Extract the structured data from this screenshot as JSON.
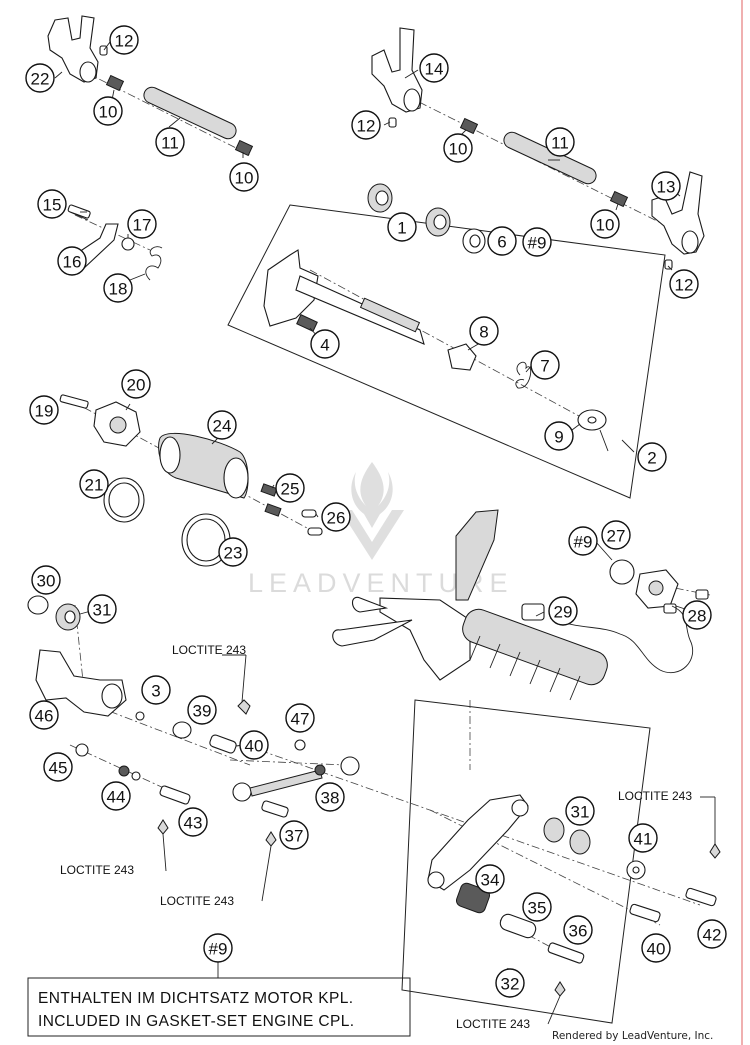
{
  "watermark": {
    "brand": "LEADVENTURE"
  },
  "credit": "Rendered by LeadVenture, Inc.",
  "note": {
    "ref": "#9",
    "line1": "ENTHALTEN IM DICHTSATZ MOTOR KPL.",
    "line2": "INCLUDED IN GASKET-SET ENGINE CPL."
  },
  "loctite": [
    {
      "id": "l1",
      "text": "LOCTITE 243"
    },
    {
      "id": "l2",
      "text": "LOCTITE 243"
    },
    {
      "id": "l3",
      "text": "LOCTITE 243"
    },
    {
      "id": "l4",
      "text": "LOCTITE 243"
    },
    {
      "id": "l5",
      "text": "LOCTITE 243"
    }
  ],
  "callouts": [
    {
      "id": "c12a",
      "label": "12"
    },
    {
      "id": "c22",
      "label": "22"
    },
    {
      "id": "c10a",
      "label": "10"
    },
    {
      "id": "c11a",
      "label": "11"
    },
    {
      "id": "c10b",
      "label": "10"
    },
    {
      "id": "c14",
      "label": "14"
    },
    {
      "id": "c12b",
      "label": "12"
    },
    {
      "id": "c10c",
      "label": "10"
    },
    {
      "id": "c11b",
      "label": "11"
    },
    {
      "id": "c13",
      "label": "13"
    },
    {
      "id": "c10d",
      "label": "10"
    },
    {
      "id": "c12c",
      "label": "12"
    },
    {
      "id": "c15",
      "label": "15"
    },
    {
      "id": "c17",
      "label": "17"
    },
    {
      "id": "c16",
      "label": "16"
    },
    {
      "id": "c18",
      "label": "18"
    },
    {
      "id": "c1",
      "label": "1"
    },
    {
      "id": "c6",
      "label": "6"
    },
    {
      "id": "c9a",
      "label": "#9"
    },
    {
      "id": "c4",
      "label": "4"
    },
    {
      "id": "c8",
      "label": "8"
    },
    {
      "id": "c7",
      "label": "7"
    },
    {
      "id": "c9b",
      "label": "9"
    },
    {
      "id": "c2",
      "label": "2"
    },
    {
      "id": "c20",
      "label": "20"
    },
    {
      "id": "c19",
      "label": "19"
    },
    {
      "id": "c24",
      "label": "24"
    },
    {
      "id": "c21",
      "label": "21"
    },
    {
      "id": "c25",
      "label": "25"
    },
    {
      "id": "c26",
      "label": "26"
    },
    {
      "id": "c23",
      "label": "23"
    },
    {
      "id": "c9c",
      "label": "#9"
    },
    {
      "id": "c27",
      "label": "27"
    },
    {
      "id": "c29",
      "label": "29"
    },
    {
      "id": "c28",
      "label": "28"
    },
    {
      "id": "c30",
      "label": "30"
    },
    {
      "id": "c31a",
      "label": "31"
    },
    {
      "id": "c3",
      "label": "3"
    },
    {
      "id": "c39",
      "label": "39"
    },
    {
      "id": "c46",
      "label": "46"
    },
    {
      "id": "c40a",
      "label": "40"
    },
    {
      "id": "c47",
      "label": "47"
    },
    {
      "id": "c45",
      "label": "45"
    },
    {
      "id": "c44",
      "label": "44"
    },
    {
      "id": "c38",
      "label": "38"
    },
    {
      "id": "c43",
      "label": "43"
    },
    {
      "id": "c37",
      "label": "37"
    },
    {
      "id": "c31b",
      "label": "31"
    },
    {
      "id": "c41",
      "label": "41"
    },
    {
      "id": "c34",
      "label": "34"
    },
    {
      "id": "c35",
      "label": "35"
    },
    {
      "id": "c36",
      "label": "36"
    },
    {
      "id": "c40b",
      "label": "40"
    },
    {
      "id": "c42",
      "label": "42"
    },
    {
      "id": "c32",
      "label": "32"
    },
    {
      "id": "c9d",
      "label": "#9"
    }
  ]
}
